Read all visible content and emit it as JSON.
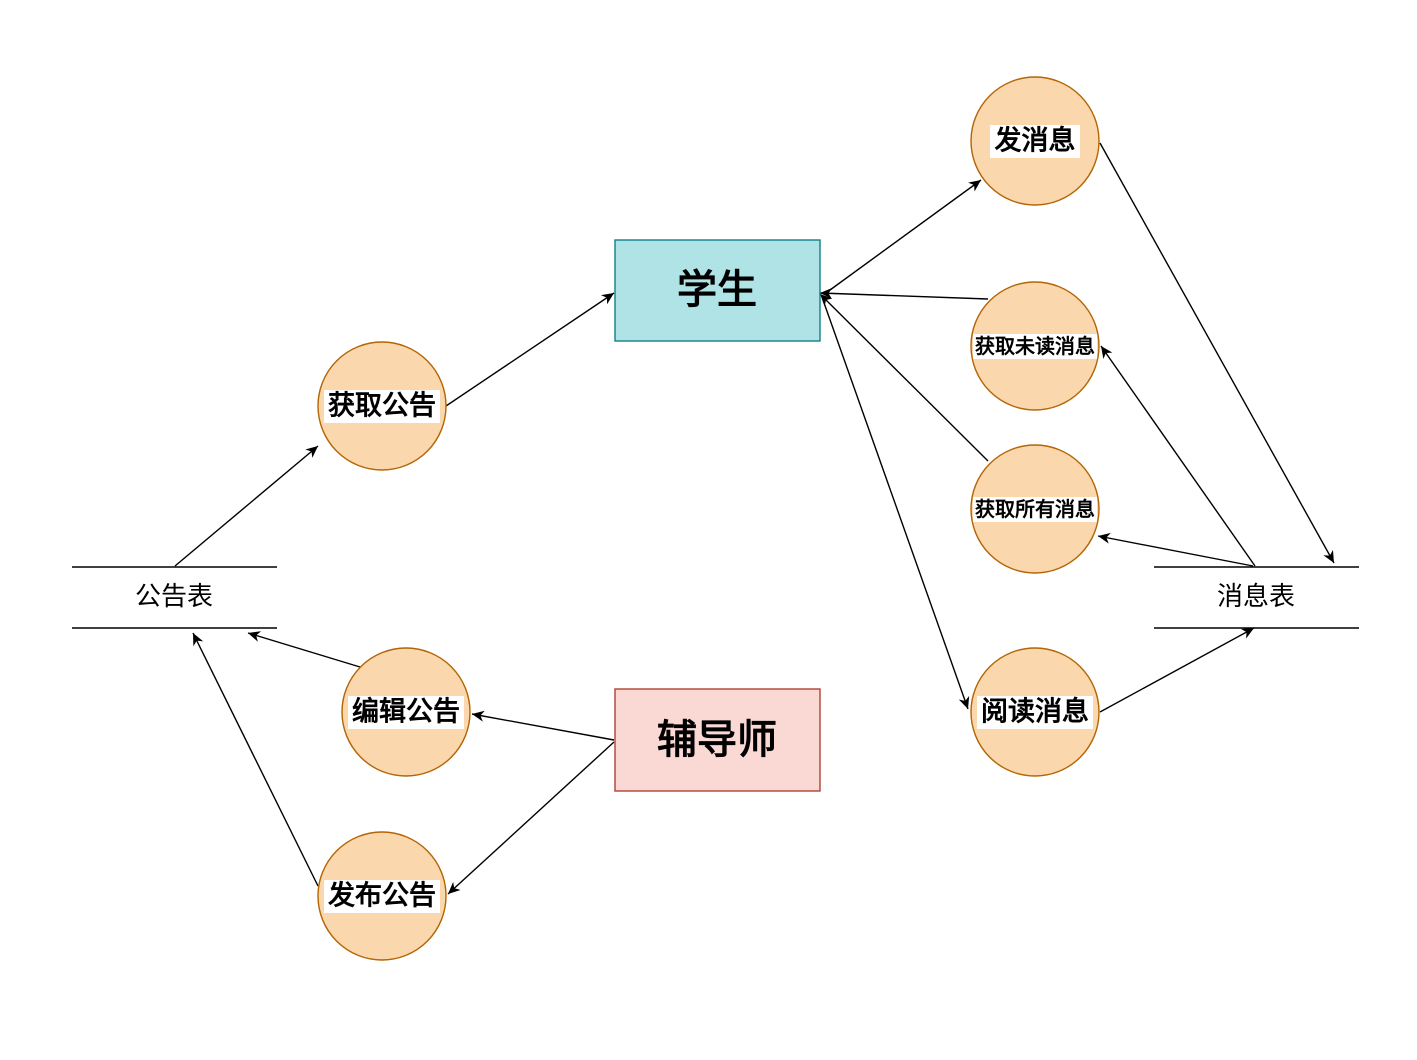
{
  "colors": {
    "process_fill": "#fad7ac",
    "process_stroke": "#b46504",
    "student_fill": "#b0e3e6",
    "student_stroke": "#0e8088",
    "tutor_fill": "#fad9d5",
    "tutor_stroke": "#ae4132",
    "line": "#000000"
  },
  "entities": {
    "student": "学生",
    "tutor": "辅导师"
  },
  "stores": {
    "announcement_table": "公告表",
    "message_table": "消息表"
  },
  "processes": {
    "get_announcement": "获取公告",
    "edit_announcement": "编辑公告",
    "publish_announcement": "发布公告",
    "send_message": "发消息",
    "get_unread_messages": "获取未读消息",
    "get_all_messages": "获取所有消息",
    "read_message": "阅读消息"
  }
}
